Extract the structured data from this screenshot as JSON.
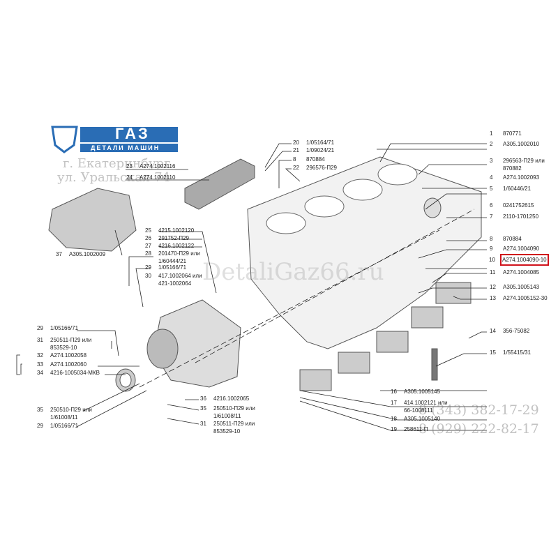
{
  "logo": {
    "brand": "ГАЗ",
    "subtitle": "ДЕТАЛИ МАШИН",
    "color": "#2a6db5"
  },
  "watermark": {
    "city": "г. Екатеринбург",
    "street": "ул. Уральская 74",
    "site": "DetaliGaz66.ru",
    "phone1": "8 (343) 382-17-29",
    "phone2": "8 (929) 222-82-17"
  },
  "highlight_color": "#d0121b",
  "callouts": [
    {
      "num": "1",
      "part": "870771"
    },
    {
      "num": "2",
      "part": "A305.1002010"
    },
    {
      "num": "3",
      "part": "296563-П29 или",
      "part2": "870882"
    },
    {
      "num": "4",
      "part": "A274.1002093"
    },
    {
      "num": "5",
      "part": "1/60446/21"
    },
    {
      "num": "6",
      "part": "0241752615"
    },
    {
      "num": "7",
      "part": "2110-1701250"
    },
    {
      "num": "8",
      "part": "870884"
    },
    {
      "num": "9",
      "part": "A274.1004090"
    },
    {
      "num": "10",
      "part": "A274.1004090-10"
    },
    {
      "num": "11",
      "part": "A274.1004085"
    },
    {
      "num": "12",
      "part": "A305.1005143"
    },
    {
      "num": "13",
      "part": "A274.1005152-30"
    },
    {
      "num": "14",
      "part": "356-75082"
    },
    {
      "num": "15",
      "part": "1/55415/31"
    },
    {
      "num": "16",
      "part": "A305.1005145"
    },
    {
      "num": "17",
      "part": "414.1002121 или",
      "part2": "66-1008111"
    },
    {
      "num": "18",
      "part": "A305.1005140"
    },
    {
      "num": "19",
      "part": "258611-П"
    },
    {
      "num": "20",
      "part": "1/05164/71"
    },
    {
      "num": "21",
      "part": "1/09024/21"
    },
    {
      "num": "8",
      "part": "870884"
    },
    {
      "num": "22",
      "part": "296576-П29"
    },
    {
      "num": "23",
      "part": "A274.1002116"
    },
    {
      "num": "24",
      "part": "A274.1002110"
    },
    {
      "num": "25",
      "part": "4215.1002120"
    },
    {
      "num": "26",
      "part": "291752-П29"
    },
    {
      "num": "27",
      "part": "4216.1002122"
    },
    {
      "num": "28",
      "part": "201470-П29 или",
      "part2": "1/60444/21"
    },
    {
      "num": "29",
      "part": "1/05166/71"
    },
    {
      "num": "30",
      "part": "417.1002064 или",
      "part2": "421-1002064"
    },
    {
      "num": "37",
      "part": "A305.1002009"
    },
    {
      "num": "29",
      "part": "1/05166/71"
    },
    {
      "num": "31",
      "part": "250511-П29 или",
      "part2": "853529-10"
    },
    {
      "num": "32",
      "part": "A274.1002058"
    },
    {
      "num": "33",
      "part": "A274.1002060"
    },
    {
      "num": "34",
      "part": "4216-1005034-МКВ"
    },
    {
      "num": "35",
      "part": "250510-П29 или",
      "part2": "1/61008/11"
    },
    {
      "num": "29",
      "part": "1/05166/71"
    },
    {
      "num": "36",
      "part": "4216.1002065"
    },
    {
      "num": "35",
      "part": "250510-П29 или",
      "part2": "1/61008/11"
    },
    {
      "num": "31",
      "part": "250511-П29 или",
      "part2": "853529-10"
    }
  ]
}
